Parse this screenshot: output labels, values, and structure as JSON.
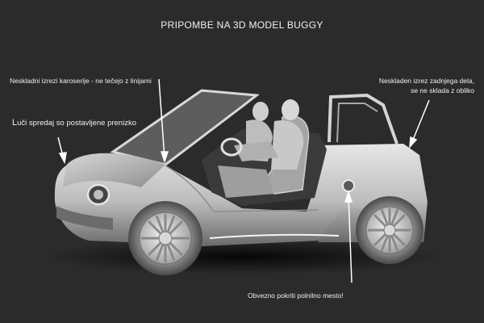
{
  "title": "PRIPOMBE NA 3D MODEL BUGGY",
  "annotations": {
    "bodywork_cutouts": "Neskladni izrezi karoserije - ne tečejo z linijami",
    "front_lights_first": "L",
    "front_lights_rest": "uči spredaj so postavljene prenizko",
    "rear_cutout_line1": "Neskladen izrez zadnjega dela,",
    "rear_cutout_line2": "se ne sklada z obliko",
    "charging_port": "Obvezno pokriti polnilno mesto!"
  },
  "colors": {
    "background": "#2b2b2b",
    "body": "#cfcfcf",
    "text": "#f0f0f0"
  }
}
